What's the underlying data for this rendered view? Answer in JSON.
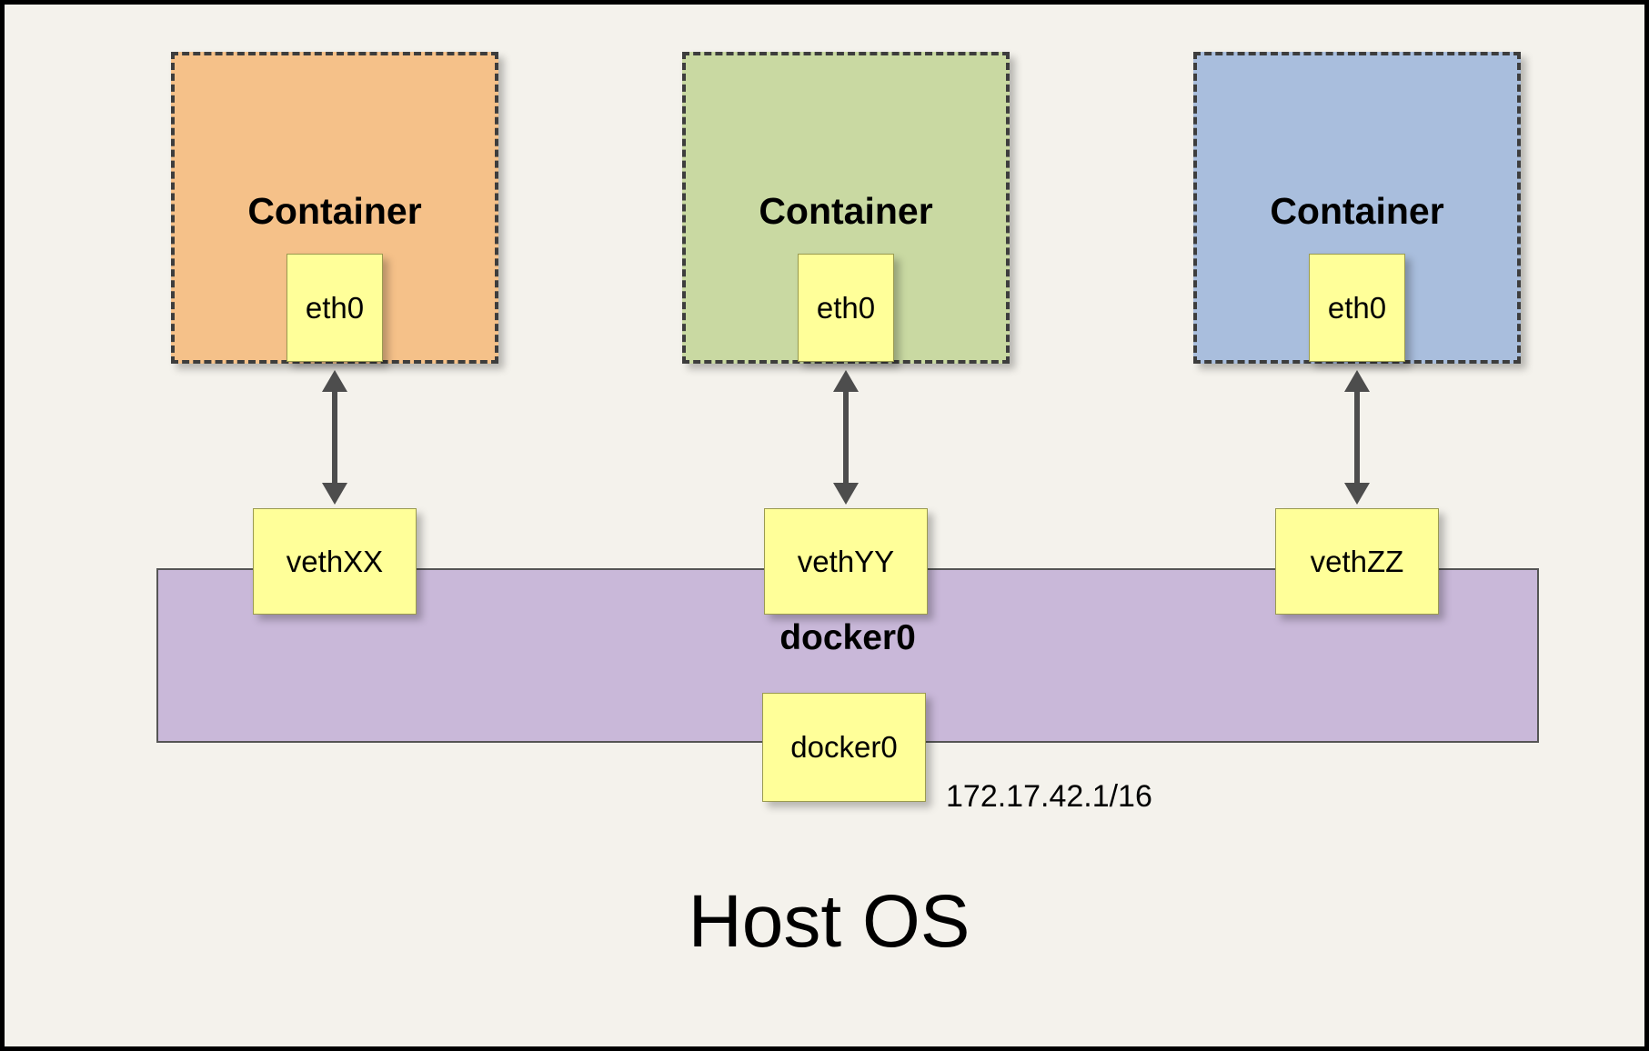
{
  "diagram": {
    "host_label": "Host OS",
    "containers": [
      {
        "label": "Container",
        "interface": "eth0",
        "veth": "vethXX",
        "color": "#f5c189"
      },
      {
        "label": "Container",
        "interface": "eth0",
        "veth": "vethYY",
        "color": "#c9d9a2"
      },
      {
        "label": "Container",
        "interface": "eth0",
        "veth": "vethZZ",
        "color": "#a9bedd"
      }
    ],
    "bridge": {
      "label": "docker0",
      "interface_label": "docker0",
      "ip": "172.17.42.1/16",
      "color": "#c9b8d9"
    },
    "colors": {
      "background": "#f4f2ec",
      "note_yellow": "#ffff99",
      "bridge_purple": "#c9b8d9",
      "container_orange": "#f5c189",
      "container_green": "#c9d9a2",
      "container_blue": "#a9bedd",
      "arrow_gray": "#4d4d4d",
      "border_black": "#000000"
    }
  }
}
